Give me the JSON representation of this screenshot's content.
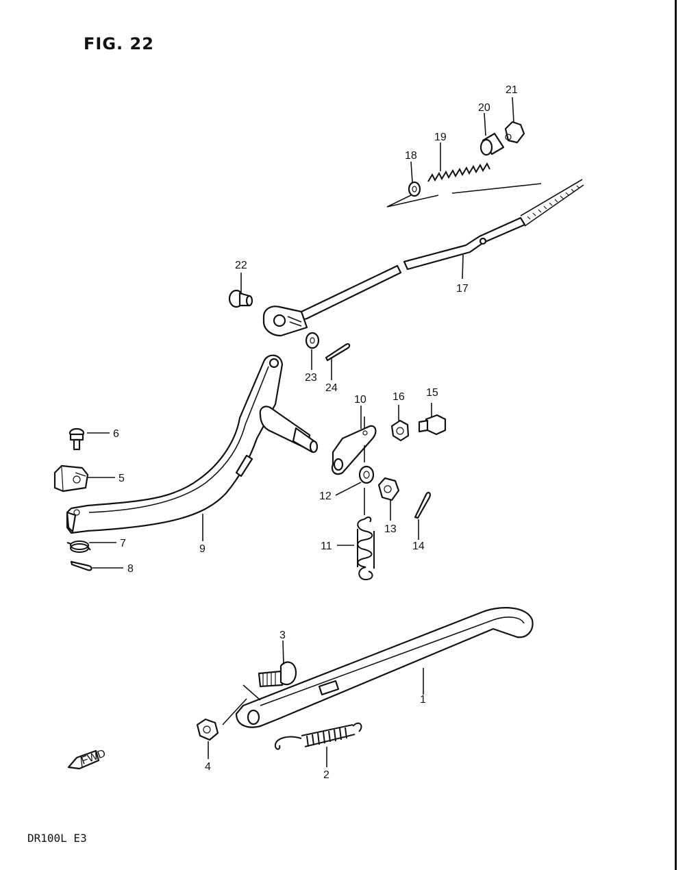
{
  "title": "FIG. 22",
  "footer": "DR100L  E3",
  "fwd_label": "FWD",
  "callouts": {
    "p1": "1",
    "p2": "2",
    "p3": "3",
    "p4": "4",
    "p5": "5",
    "p6": "6",
    "p7": "7",
    "p8": "8",
    "p9": "9",
    "p10": "10",
    "p11": "11",
    "p12": "12",
    "p13": "13",
    "p14": "14",
    "p15": "15",
    "p16": "16",
    "p17": "17",
    "p18": "18",
    "p19": "19",
    "p20": "20",
    "p21": "21",
    "p22": "22",
    "p23": "23",
    "p24": "24"
  }
}
